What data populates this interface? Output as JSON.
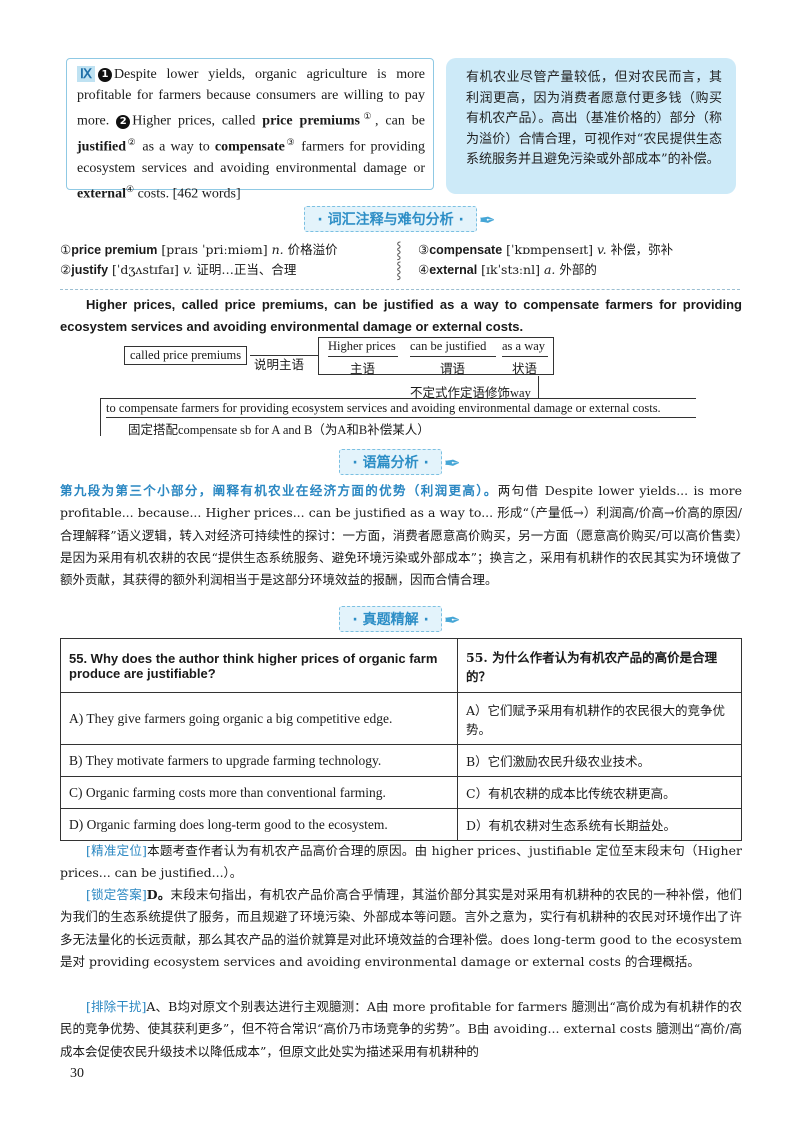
{
  "passage": {
    "roman": "Ⅸ",
    "n1": "1",
    "s1": "Despite lower yields, organic agriculture is more profitable for farmers because consumers are willing to pay more.",
    "n2": "2",
    "s2a": "Higher prices, called ",
    "t1": "price premiums",
    "m1": "①",
    "s2b": ", can be ",
    "t2": "justified",
    "m2": "②",
    "s2c": " as a way to ",
    "t3": "compensate",
    "m3": "③",
    "s2d": " farmers for providing ecosystem services and avoiding environmental damage or ",
    "t4": "external",
    "m4": "④",
    "s2e": " costs.",
    "count": "[462 words]"
  },
  "translation": "有机农业尽管产量较低，但对农民而言，其利润更高，因为消费者愿意付更多钱（购买有机农产品）。高出（基准价格的）部分（称为溢价）合情合理，可视作对“农民提供生态系统服务并且避免污染或外部成本”的补偿。",
  "sections": {
    "vocab": "· 词汇注释与难句分析 ·",
    "discourse": "· 语篇分析 ·",
    "questions": "· 真题精解 ·"
  },
  "vocab": [
    {
      "num": "①",
      "word": "price premium",
      "ipa": "[praɪs ˈpriːmiəm]",
      "pos": "n.",
      "cn": "价格溢价"
    },
    {
      "num": "②",
      "word": "justify",
      "ipa": "[ˈdʒʌstɪfaɪ]",
      "pos": "v.",
      "cn": "证明…正当、合理"
    },
    {
      "num": "③",
      "word": "compensate",
      "ipa": "[ˈkɒmpenseɪt]",
      "pos": "v.",
      "cn": "补偿，弥补"
    },
    {
      "num": "④",
      "word": "external",
      "ipa": "[ɪkˈstɜːnl]",
      "pos": "a.",
      "cn": "外部的"
    }
  ],
  "key_sentence": "Higher prices, called price premiums, can be justified as a way to compensate farmers for providing ecosystem services and avoiding environmental damage or external costs.",
  "diagram": {
    "appositive": "called price premiums",
    "appositive_label": "说明主语",
    "subj": "Higher prices",
    "subj_label": "主语",
    "pred": "can be justified",
    "pred_label": "谓语",
    "adv": "as a way",
    "adv_label": "状语",
    "inf_label": "不定式作定语修饰way",
    "inf": "to compensate farmers for providing ecosystem services and avoiding environmental damage or external costs.",
    "phrase_label": "固定搭配compensate sb for A and B（为A和B补偿某人）"
  },
  "analysis": {
    "lead": "第九段为第三个小部分，阐释有机农业在经济方面的优势（利润更高）。",
    "body": "两句借 Despite lower yields... is more profitable... because... Higher prices... can be justified as a way to... 形成“（产量低→）利润高/价高→价高的原因/合理解释”语义逻辑，转入对经济可持续性的探讨：一方面，消费者愿意高价购买，另一方面（愿意高价购买/可以高价售卖）是因为采用有机农耕的农民“提供生态系统服务、避免环境污染或外部成本”；换言之，采用有机耕作的农民其实为环境做了额外贡献，其获得的额外利润相当于是这部分环境效益的报酬，因而合情合理。"
  },
  "question": {
    "q_en": "55. Why does the author think higher prices of organic farm produce are justifiable?",
    "q_zh": "55. 为什么作者认为有机农产品的高价是合理的？",
    "options": [
      {
        "en": "A) They give farmers going organic a big competitive edge.",
        "zh": "A）它们赋予采用有机耕作的农民很大的竞争优势。"
      },
      {
        "en": "B) They motivate farmers to upgrade farming technology.",
        "zh": "B）它们激励农民升级农业技术。"
      },
      {
        "en": "C) Organic farming costs more than conventional farming.",
        "zh": "C）有机农耕的成本比传统农耕更高。"
      },
      {
        "en": "D) Organic farming does long-term good to the ecosystem.",
        "zh": "D）有机农耕对生态系统有长期益处。"
      }
    ]
  },
  "explanation": {
    "tag1": "[精准定位]",
    "p1": "本题考查作者认为有机农产品高价合理的原因。由 higher prices、justifiable 定位至末段末句（Higher prices... can be justified...）。",
    "tag2": "[锁定答案]",
    "ans": "D。",
    "p2": "末段末句指出，有机农产品价高合乎情理，其溢价部分其实是对采用有机耕种的农民的一种补偿，他们为我们的生态系统提供了服务，而且规避了环境污染、外部成本等问题。言外之意为，实行有机耕种的农民对环境作出了许多无法量化的长远贡献，那么其农产品的溢价就算是对此环境效益的合理补偿。does long-term good to the ecosystem 是对 providing ecosystem services and avoiding environmental damage or external costs 的合理概括。",
    "tag3": "[排除干扰]",
    "p3": "A、B均对原文个别表达进行主观臆测：A由 more profitable for farmers 臆测出“高价成为有机耕作的农民的竞争优势、使其获利更多”，但不符合常识“高价乃市场竞争的劣势”。B由 avoiding... external costs 臆测出“高价/高成本会促使农民升级技术以降低成本”，但原文此处实为描述采用有机耕种的"
  },
  "page_number": "30"
}
